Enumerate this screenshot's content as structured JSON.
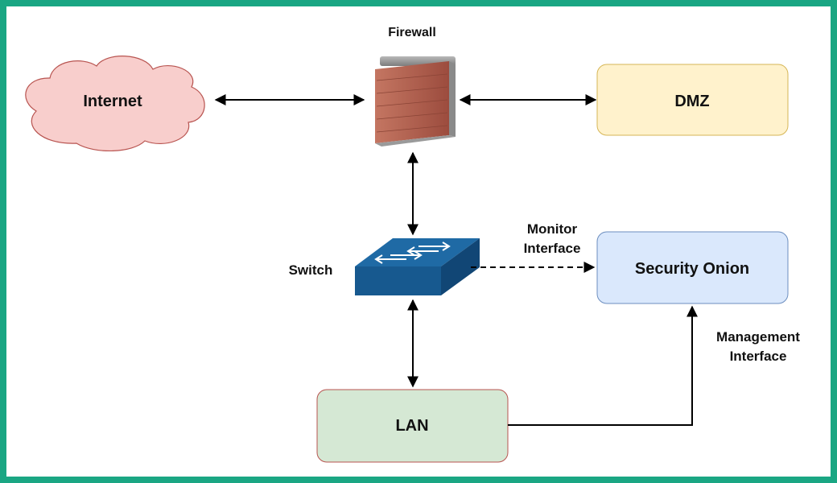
{
  "nodes": {
    "internet": "Internet",
    "firewall": "Firewall",
    "dmz": "DMZ",
    "switch": "Switch",
    "security_onion": "Security Onion",
    "lan": "LAN"
  },
  "edges": {
    "monitor_line1": "Monitor",
    "monitor_line2": "Interface",
    "mgmt_line1": "Management",
    "mgmt_line2": "Interface"
  },
  "colors": {
    "border": "#1aa683",
    "internet_fill": "#f8cecc",
    "internet_stroke": "#b85450",
    "dmz_fill": "#fff2cc",
    "dmz_stroke": "#d6b656",
    "onion_fill": "#dae8fc",
    "lan_fill": "#d5e8d4",
    "firewall_brick": "#a8584a",
    "switch_blue": "#1f6aa5"
  }
}
